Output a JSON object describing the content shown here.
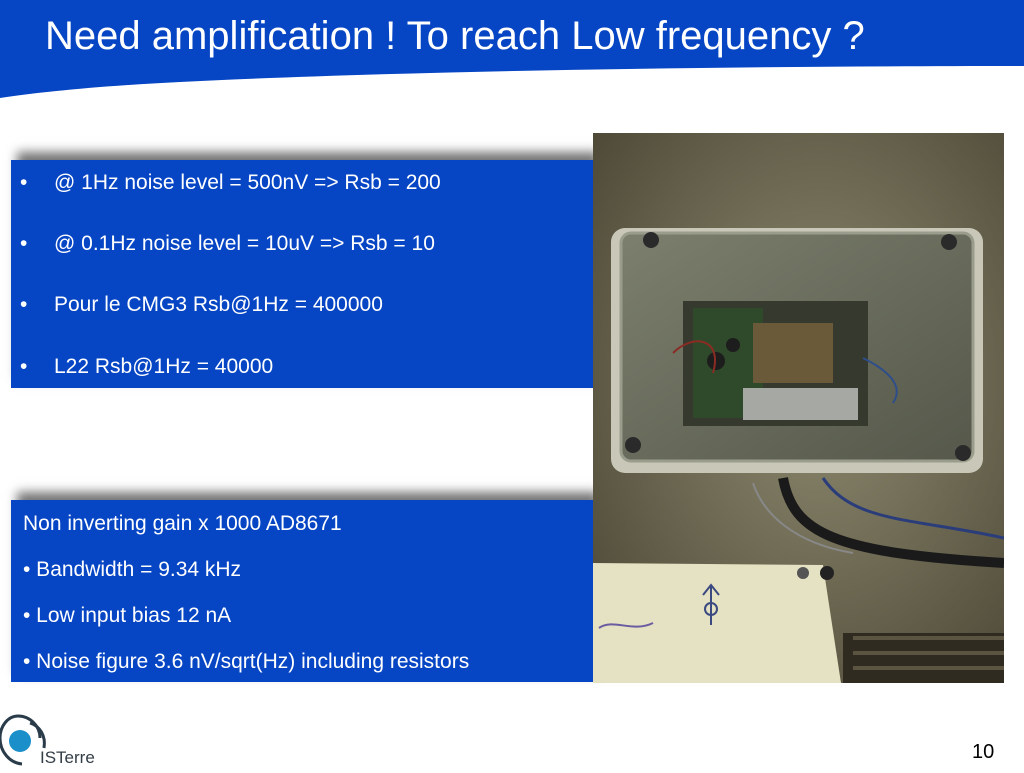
{
  "slide": {
    "title": "Need amplification ! To reach Low frequency ?",
    "page_number": "10"
  },
  "bullets": [
    {
      "marker": "•",
      "text": "@ 1Hz noise level = 500nV => Rsb = 200"
    },
    {
      "marker": "•",
      "text": "@ 0.1Hz noise level = 10uV => Rsb = 10"
    },
    {
      "marker": "•",
      "text": "Pour le CMG3 Rsb@1Hz = 400000"
    },
    {
      "marker": "•",
      "text": "L22 Rsb@1Hz = 40000"
    }
  ],
  "specs": [
    "Non inverting gain x 1000 AD8671",
    "• Bandwidth = 9.34 kHz",
    "• Low input bias 12 nA",
    "• Noise figure 3.6 nV/sqrt(Hz) including resistors"
  ],
  "logo": {
    "text": "ISTerre"
  },
  "colors": {
    "header_blue": "#0645c4",
    "panel_blue": "#0645c4",
    "logo_blue": "#1a8fc9"
  }
}
